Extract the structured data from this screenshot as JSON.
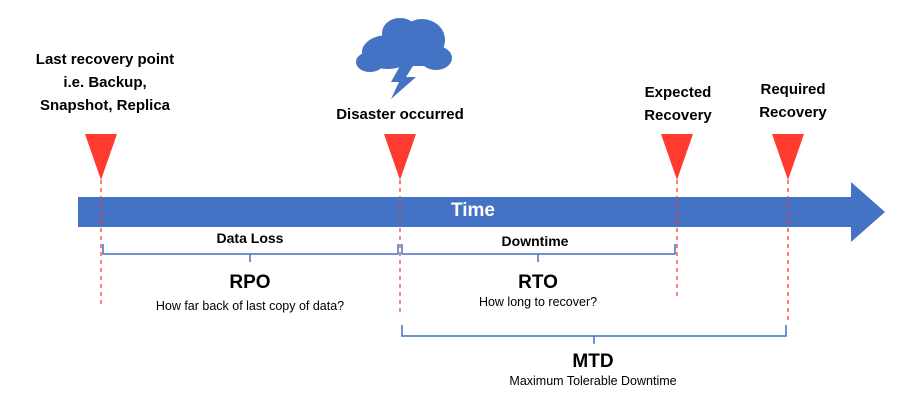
{
  "event_labels": {
    "last_recovery": [
      "Last recovery point",
      "i.e. Backup,",
      "Snapshot, Replica"
    ],
    "disaster": "Disaster occurred",
    "expected_recovery": [
      "Expected",
      "Recovery"
    ],
    "required_recovery": [
      "Required",
      "Recovery"
    ]
  },
  "timeline": {
    "label": "Time"
  },
  "spans": {
    "data_loss": "Data Loss",
    "downtime": "Downtime",
    "rpo": {
      "title": "RPO",
      "subtitle": "How far back of last copy of data?"
    },
    "rto": {
      "title": "RTO",
      "subtitle": "How long to recover?"
    },
    "mtd": {
      "title": "MTD",
      "subtitle": "Maximum Tolerable Downtime"
    }
  },
  "colors": {
    "arrow": "#4472C4",
    "marker": "#FF3B30",
    "dashed_line": "#FF3B30",
    "bracket": "#4472C4",
    "cloud": "#4472C4"
  },
  "icons": {
    "disaster": "storm-cloud-icon"
  }
}
